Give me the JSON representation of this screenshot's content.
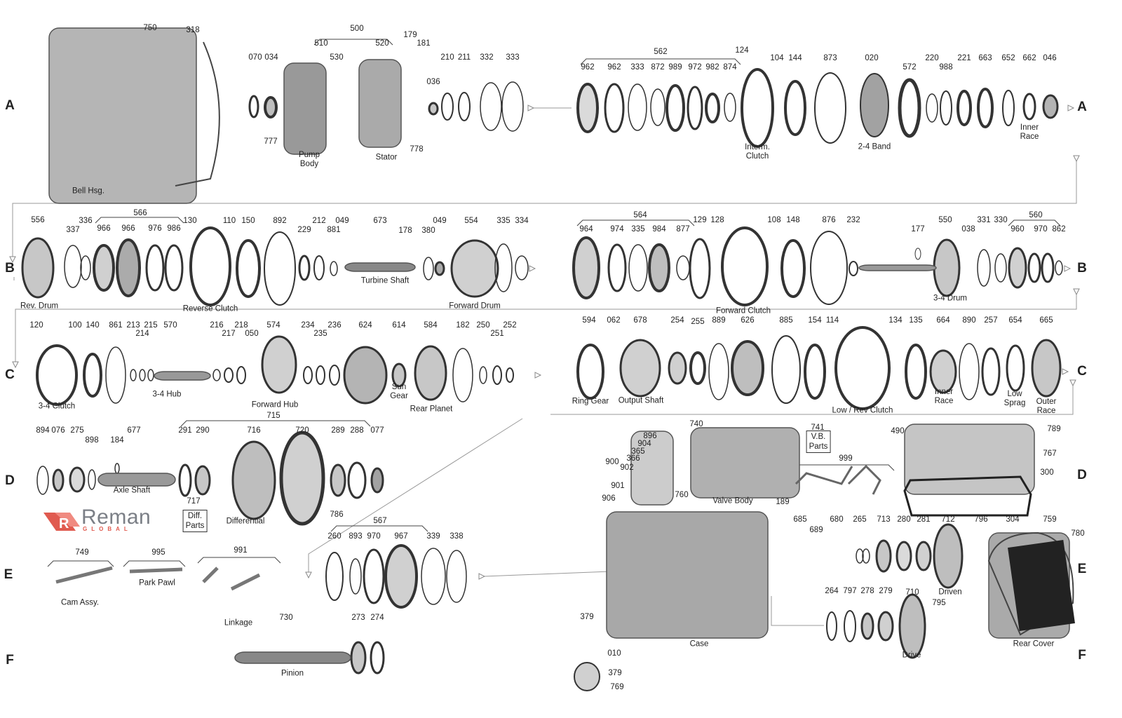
{
  "row_letters": [
    "A",
    "A",
    "B",
    "B",
    "C",
    "C",
    "D",
    "D",
    "E",
    "E",
    "F",
    "F"
  ],
  "callouts": [
    "750",
    "318",
    "500",
    "510",
    "530",
    "520",
    "179",
    "181",
    "070",
    "034",
    "036",
    "210",
    "211",
    "332",
    "333",
    "777",
    "778",
    "562",
    "124",
    "962",
    "962",
    "333",
    "872",
    "989",
    "972",
    "982",
    "874",
    "104",
    "144",
    "873",
    "020",
    "572",
    "220",
    "988",
    "221",
    "663",
    "652",
    "662",
    "046",
    "556",
    "337",
    "336",
    "566",
    "966",
    "966",
    "976",
    "986",
    "130",
    "110",
    "150",
    "892",
    "229",
    "212",
    "049",
    "881",
    "673",
    "178",
    "380",
    "049",
    "554",
    "335",
    "334",
    "564",
    "964",
    "974",
    "335",
    "984",
    "877",
    "129",
    "128",
    "108",
    "148",
    "876",
    "232",
    "177",
    "550",
    "038",
    "331",
    "330",
    "560",
    "960",
    "970",
    "862",
    "120",
    "100",
    "140",
    "861",
    "213",
    "214",
    "215",
    "570",
    "216",
    "217",
    "218",
    "050",
    "574",
    "234",
    "235",
    "236",
    "624",
    "614",
    "584",
    "182",
    "250",
    "251",
    "252",
    "594",
    "062",
    "678",
    "254",
    "255",
    "889",
    "626",
    "885",
    "154",
    "114",
    "134",
    "135",
    "664",
    "890",
    "257",
    "654",
    "665",
    "894",
    "076",
    "275",
    "898",
    "184",
    "677",
    "715",
    "291",
    "290",
    "716",
    "720",
    "289",
    "288",
    "077",
    "717",
    "786",
    "740",
    "741",
    "896",
    "904",
    "365",
    "366",
    "900",
    "902",
    "901",
    "906",
    "999",
    "490",
    "789",
    "767",
    "300",
    "567",
    "260",
    "893",
    "970",
    "967",
    "339",
    "338",
    "749",
    "995",
    "991",
    "760",
    "189",
    "685",
    "689",
    "680",
    "265",
    "713",
    "280",
    "281",
    "712",
    "796",
    "304",
    "759",
    "780",
    "264",
    "797",
    "278",
    "279",
    "710",
    "795",
    "730",
    "273",
    "274",
    "379",
    "010",
    "379",
    "769"
  ],
  "part_names": [
    "Bell Hsg.",
    "Pump\nBody",
    "Stator",
    "Interm.\nClutch",
    "2-4 Band",
    "Inner\nRace",
    "Rev. Drum",
    "Reverse Clutch",
    "Turbine Shaft",
    "Forward Drum",
    "Forward Clutch",
    "3-4 Drum",
    "3-4 Clutch",
    "3-4 Hub",
    "Forward Hub",
    "Sun\nGear",
    "Rear Planet",
    "Ring Gear",
    "Output Shaft",
    "Low / Rev Clutch",
    "Inner\nRace",
    "Low\nSprag",
    "Outer\nRace",
    "Axle Shaft",
    "Differential",
    "Valve Body",
    "Cam Assy.",
    "Park Pawl",
    "Linkage",
    "Case",
    "Driven",
    "Drive",
    "Rear Cover",
    "Pinion"
  ],
  "boxed_labels": [
    "Diff.\nParts",
    "V.B.\nParts"
  ],
  "logo": {
    "word": "Reman",
    "sub": "GLOBAL",
    "accent": "#e05a4f"
  }
}
